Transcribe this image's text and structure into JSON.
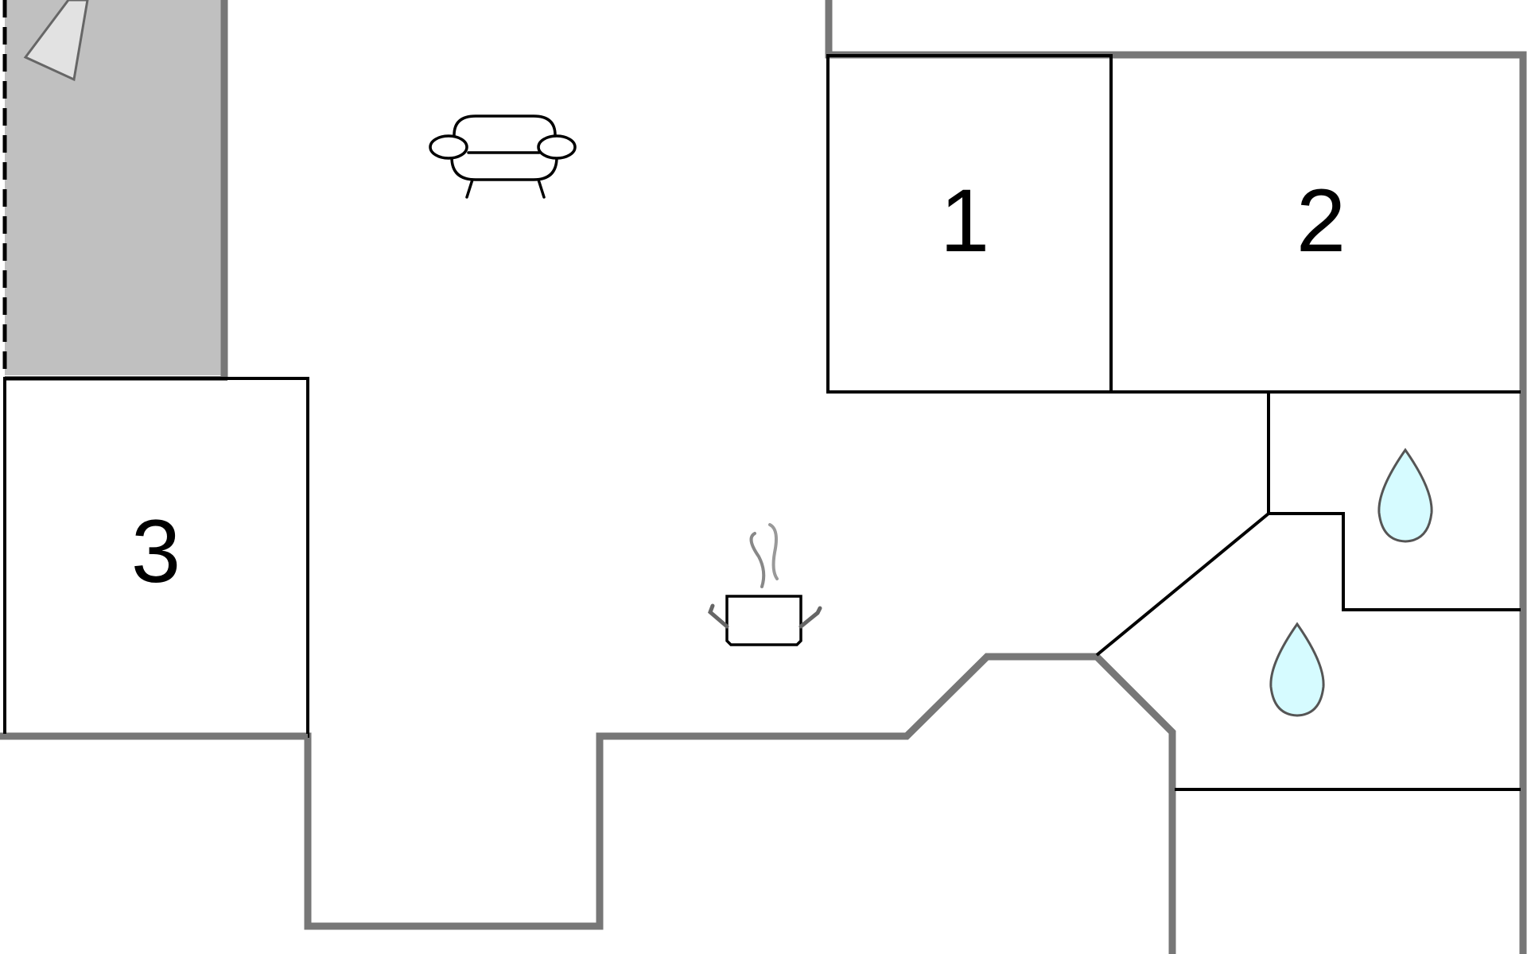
{
  "floorplan": {
    "rooms": [
      {
        "id": "room-1",
        "label": "1",
        "kind": "bedroom"
      },
      {
        "id": "room-2",
        "label": "2",
        "kind": "bedroom"
      },
      {
        "id": "room-3",
        "label": "3",
        "kind": "bedroom"
      }
    ],
    "icons": [
      {
        "name": "sofa-icon",
        "meaning": "living room"
      },
      {
        "name": "cooking-pot-icon",
        "meaning": "kitchen"
      },
      {
        "name": "water-drop-icon",
        "meaning": "bathroom"
      },
      {
        "name": "water-drop-icon",
        "meaning": "bathroom"
      }
    ],
    "colors": {
      "outer_wall": "#777777",
      "inner_wall": "#000000",
      "terrace_fill": "#c0c0c0",
      "water_drop_fill": "#d6fbff",
      "water_drop_stroke": "#555555",
      "background": "#ffffff"
    }
  }
}
